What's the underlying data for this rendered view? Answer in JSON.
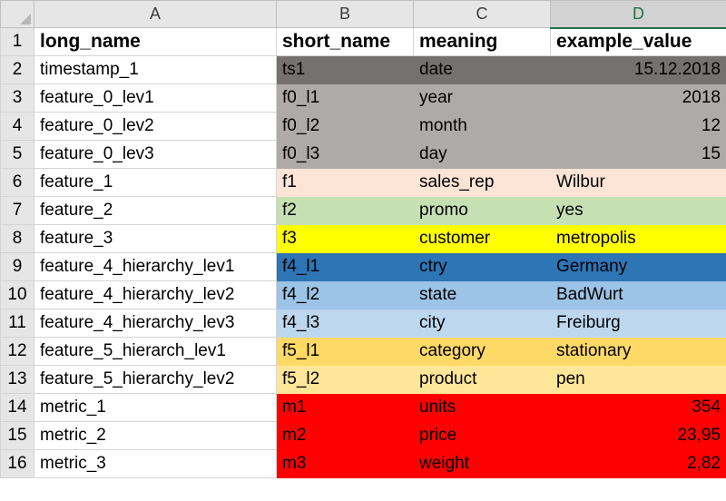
{
  "colors": {
    "dark_gray": "#767171",
    "gray": "#aeaaaa",
    "peach": "#fce4d6",
    "green": "#c6e0b4",
    "yellow": "#ffff00",
    "blue": "#2e75b6",
    "light_blue": "#9dc3e6",
    "pale_blue": "#bdd7ee",
    "orange": "#ffd966",
    "light_orange": "#ffe699",
    "red": "#ff0000"
  },
  "column_headers": [
    "A",
    "B",
    "C",
    "D"
  ],
  "selected_column": "D",
  "header_row": {
    "num": "1",
    "long_name": "long_name",
    "short_name": "short_name",
    "meaning": "meaning",
    "example_value": "example_value"
  },
  "rows": [
    {
      "num": "2",
      "long_name": "timestamp_1",
      "short_name": "ts1",
      "meaning": "date",
      "example_value": "15.12.2018"
    },
    {
      "num": "3",
      "long_name": "feature_0_lev1",
      "short_name": "f0_l1",
      "meaning": "year",
      "example_value": "2018"
    },
    {
      "num": "4",
      "long_name": "feature_0_lev2",
      "short_name": "f0_l2",
      "meaning": "month",
      "example_value": "12"
    },
    {
      "num": "5",
      "long_name": "feature_0_lev3",
      "short_name": "f0_l3",
      "meaning": "day",
      "example_value": "15"
    },
    {
      "num": "6",
      "long_name": "feature_1",
      "short_name": "f1",
      "meaning": "sales_rep",
      "example_value": "Wilbur"
    },
    {
      "num": "7",
      "long_name": "feature_2",
      "short_name": "f2",
      "meaning": "promo",
      "example_value": "yes"
    },
    {
      "num": "8",
      "long_name": "feature_3",
      "short_name": "f3",
      "meaning": "customer",
      "example_value": "metropolis"
    },
    {
      "num": "9",
      "long_name": "feature_4_hierarchy_lev1",
      "short_name": "f4_l1",
      "meaning": "ctry",
      "example_value": "Germany"
    },
    {
      "num": "10",
      "long_name": "feature_4_hierarchy_lev2",
      "short_name": "f4_l2",
      "meaning": "state",
      "example_value": "BadWurt"
    },
    {
      "num": "11",
      "long_name": "feature_4_hierarchy_lev3",
      "short_name": "f4_l3",
      "meaning": "city",
      "example_value": "Freiburg"
    },
    {
      "num": "12",
      "long_name": "feature_5_hierarch_lev1",
      "short_name": "f5_l1",
      "meaning": "category",
      "example_value": "stationary"
    },
    {
      "num": "13",
      "long_name": "feature_5_hierarchy_lev2",
      "short_name": "f5_l2",
      "meaning": "product",
      "example_value": "pen"
    },
    {
      "num": "14",
      "long_name": "metric_1",
      "short_name": "m1",
      "meaning": "units",
      "example_value": "354"
    },
    {
      "num": "15",
      "long_name": "metric_2",
      "short_name": "m2",
      "meaning": "price",
      "example_value": "23,95"
    },
    {
      "num": "16",
      "long_name": "metric_3",
      "short_name": "m3",
      "meaning": "weight",
      "example_value": "2,82"
    }
  ]
}
